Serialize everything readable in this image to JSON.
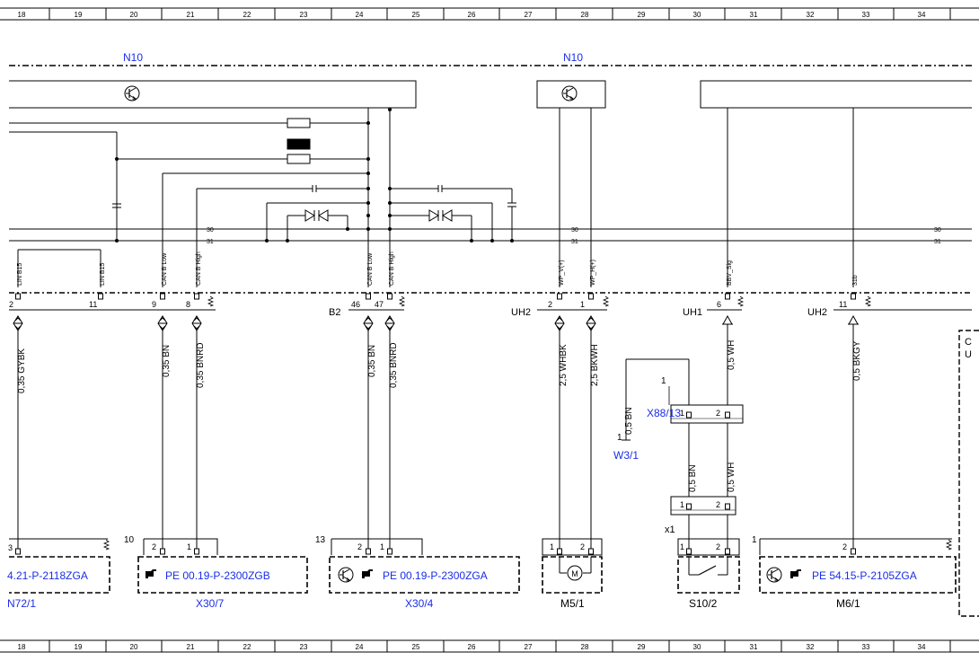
{
  "ruler": {
    "columns": [
      "18",
      "19",
      "20",
      "21",
      "22",
      "23",
      "24",
      "25",
      "26",
      "27",
      "28",
      "29",
      "30",
      "31",
      "32",
      "33",
      "34"
    ]
  },
  "modules": {
    "n10_left": "N10",
    "n10_right": "N10"
  },
  "bus": {
    "line_30": "30",
    "line_31": "31"
  },
  "signals": {
    "lin_b15_a": "LIN B15",
    "lin_b15_b": "LIN B15",
    "can_b_low_a": "CAN B Low",
    "can_b_high_a": "CAN B High",
    "can_b_low_b": "CAN B Low",
    "can_b_high_b": "CAN B High",
    "wp_v": "WP_V(+)",
    "wp_h": "WP_H(+)",
    "bbv_sig": "BBV_Sig",
    "s31b": "31b"
  },
  "connectors": {
    "b2": "B2",
    "uh2_a": "UH2",
    "uh1": "UH1",
    "uh2_b": "UH2"
  },
  "pins": {
    "p2": "2",
    "p11": "11",
    "p9": "9",
    "p8": "8",
    "p46": "46",
    "p47": "47",
    "p2b": "2",
    "p1b": "1",
    "p6": "6",
    "p11b": "11"
  },
  "wires": {
    "w1": "0,35 GYBK",
    "w2": "0,35 BN",
    "w3": "0,35 BNRD",
    "w4": "0,35 BN",
    "w5": "0,35 BNRD",
    "w6": "2,5 WHBK",
    "w7": "2,5 BKWH",
    "w8": "0,5 WH",
    "w9": "0,5 BKGY",
    "w10": "0,5 BN",
    "w11": "0,5 BN",
    "w12": "0,5 WH"
  },
  "components": {
    "x88_13": "X88/13",
    "x88_pin1_label": "1",
    "x88_pin1": "1",
    "x88_pin2": "2",
    "w3_1": "W3/1",
    "w3_1_pin": "1",
    "x1": "x1",
    "x1_pin1": "1",
    "x1_pin2": "2",
    "n72_1": "N72/1",
    "n72_ref": "4.21-P-2118ZGA",
    "n72_pin": "3",
    "x30_7": "X30/7",
    "x30_7_ref": "PE 00.19-P-2300ZGB",
    "x30_7_num": "10",
    "x30_7_p2": "2",
    "x30_7_p1": "1",
    "x30_4": "X30/4",
    "x30_4_ref": "PE 00.19-P-2300ZGA",
    "x30_4_num": "13",
    "x30_4_p2": "2",
    "x30_4_p1": "1",
    "m5_1": "M5/1",
    "m5_1_p1": "1",
    "m5_1_p2": "2",
    "motor_symbol": "M",
    "s10_2": "S10/2",
    "s10_2_p1": "1",
    "s10_2_p2": "2",
    "m6_1": "M6/1",
    "m6_1_ref": "PE 54.15-P-2105ZGA",
    "m6_1_num": "1",
    "m6_1_pin": "2",
    "edge_c": "C",
    "edge_u": "U"
  },
  "colors": {
    "link": "#1a2ee8",
    "line": "#000000"
  }
}
